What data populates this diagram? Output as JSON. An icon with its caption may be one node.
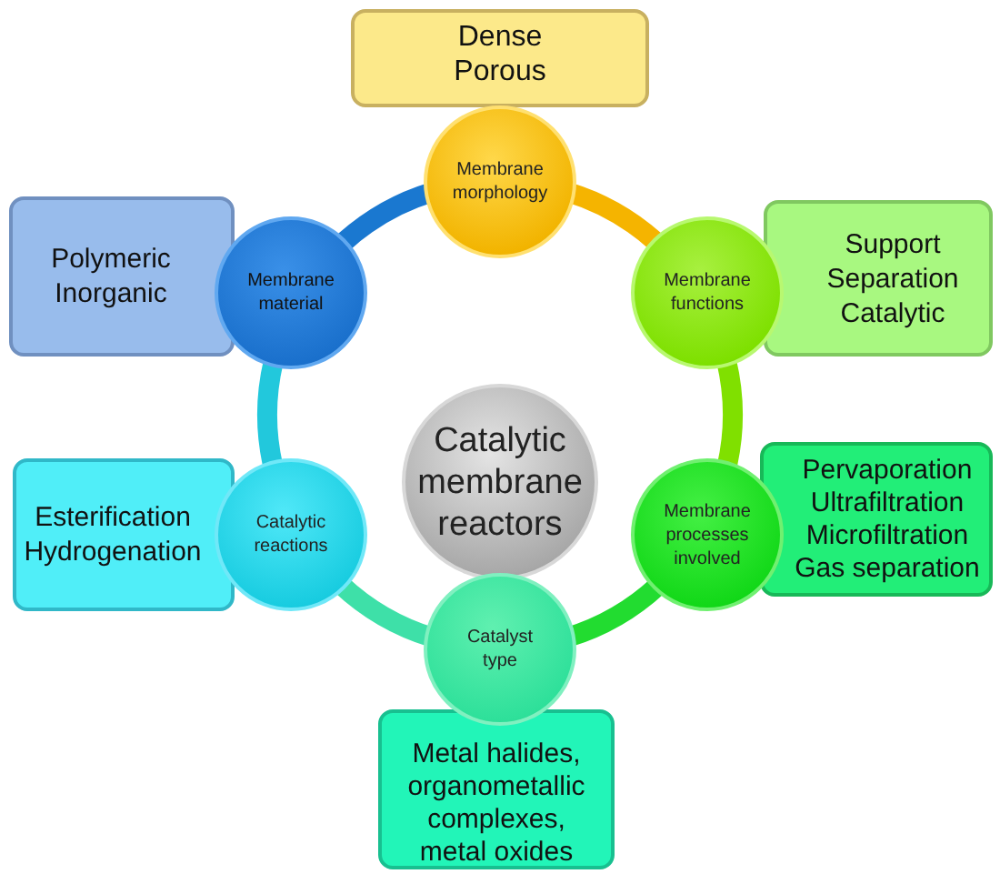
{
  "diagram": {
    "nodes": [
      {
        "text": [
          "Catalytic membrane reactors"
        ]
      },
      {
        "text": [
          "Membrane morphology"
        ]
      },
      {
        "text": [
          "Membrane functions"
        ]
      },
      {
        "text": [
          "Membrane processes involved"
        ]
      },
      {
        "text": [
          "Catalyst type"
        ]
      },
      {
        "text": [
          "Catalytic reactions"
        ]
      },
      {
        "text": [
          "Membrane material"
        ]
      },
      {
        "text": [
          "Dense",
          "Porous"
        ]
      },
      {
        "text": [
          "Support",
          "Separation",
          "Catalytic"
        ]
      },
      {
        "text": [
          "Pervaporation",
          "Ultrafiltration",
          "Microfiltration",
          "Gas separation"
        ]
      },
      {
        "text": [
          "Metal halides, organometallic complexes, metal oxides"
        ]
      },
      {
        "text": [
          "Esterification",
          "Hydrogenation"
        ]
      },
      {
        "text": [
          "Polymeric",
          "Inorganic"
        ]
      }
    ],
    "edges": [
      {
        "from": 1,
        "to": 2,
        "arrow": "none",
        "color": "#f5b400"
      },
      {
        "from": 2,
        "to": 3,
        "arrow": "none",
        "color": "#80e000"
      },
      {
        "from": 3,
        "to": 4,
        "arrow": "none",
        "color": "#22dc30"
      },
      {
        "from": 4,
        "to": 5,
        "arrow": "none",
        "color": "#3ee0a8"
      },
      {
        "from": 5,
        "to": 6,
        "arrow": "none",
        "color": "#22c8dc"
      },
      {
        "from": 6,
        "to": 1,
        "arrow": "none",
        "color": "#1a78d0"
      }
    ]
  }
}
